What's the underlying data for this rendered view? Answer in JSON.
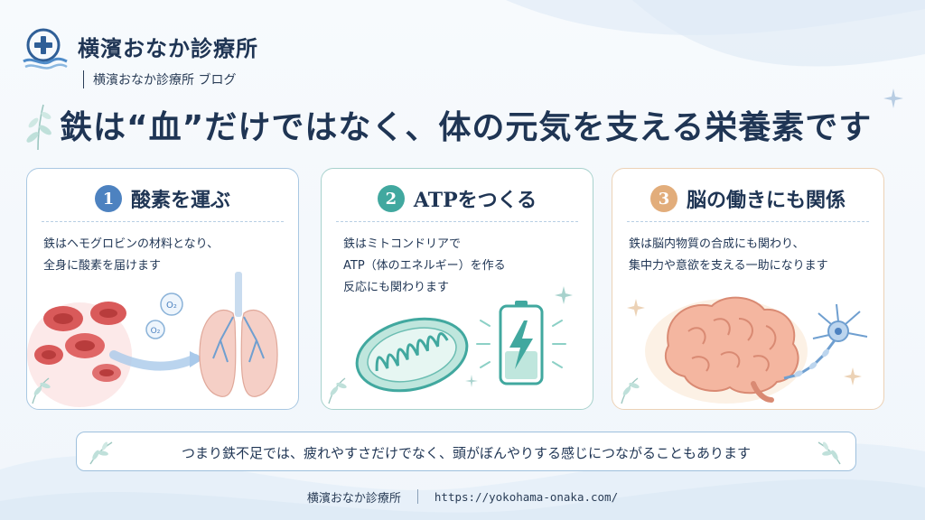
{
  "header": {
    "clinic_name": "横濱おなか診療所",
    "blog_line": "横濱おなか診療所 ブログ",
    "logo_icon": "medical-cross-wave-icon"
  },
  "headline": "鉄は“血”だけではなく、体の元気を支える栄養素です",
  "cards": [
    {
      "number": "1",
      "title": "酸素を運ぶ",
      "accent": "#4d82c0",
      "lines": [
        "鉄はヘモグロビンの材料となり、",
        "全身に酸素を届けます"
      ],
      "icons": [
        "red-blood-cells-icon",
        "oxygen-bubble-icon",
        "lungs-icon"
      ],
      "o2_label": "O₂"
    },
    {
      "number": "2",
      "title": "ATPをつくる",
      "accent": "#41a89f",
      "lines": [
        "鉄はミトコンドリアで",
        "ATP（体のエネルギー）を作る",
        "反応にも関わります"
      ],
      "icons": [
        "mitochondria-icon",
        "battery-charging-icon"
      ]
    },
    {
      "number": "3",
      "title": "脳の働きにも関係",
      "accent": "#e2ad7b",
      "lines": [
        "鉄は脳内物質の合成にも関わり、",
        "集中力や意欲を支える一助になります"
      ],
      "icons": [
        "brain-icon",
        "neuron-icon"
      ]
    }
  ],
  "bottom_note": "つまり鉄不足では、疲れやすさだけでなく、頭がぼんやりする感じにつながることもあります",
  "footer": {
    "name": "横濱おなか診療所",
    "url": "https://yokohama-onaka.com/"
  }
}
